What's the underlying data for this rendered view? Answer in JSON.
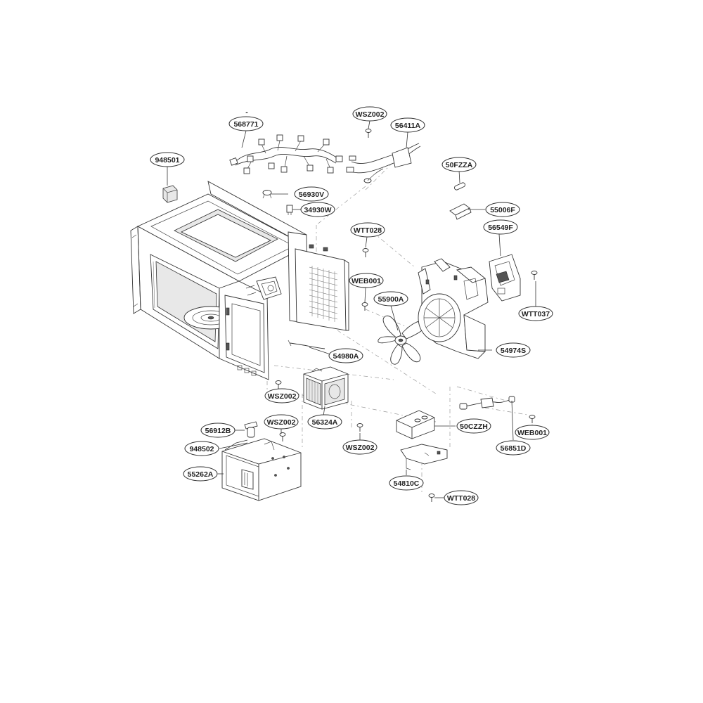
{
  "top_mark": "-",
  "labels": {
    "l568771": "568771",
    "lWSZ002_top": "WSZ002",
    "l56411A": "56411A",
    "l948501": "948501",
    "l50FZZA": "50FZZA",
    "l56930V": "56930V",
    "l34930W": "34930W",
    "l55006F": "55006F",
    "lWTT028_top": "WTT028",
    "l56549F": "56549F",
    "lWEB001_mid": "WEB001",
    "l55900A": "55900A",
    "lWTT037": "WTT037",
    "l54974S": "54974S",
    "l54980A": "54980A",
    "lWSZ002_left": "WSZ002",
    "l56324A": "56324A",
    "l56912B": "56912B",
    "lWSZ002_low": "WSZ002",
    "l948502": "948502",
    "lWSZ002_mid": "WSZ002",
    "l50CZZH": "50CZZH",
    "lWEB001_right": "WEB001",
    "l56851D": "56851D",
    "l55262A": "55262A",
    "l54810C": "54810C",
    "lWTT028_low": "WTT028"
  }
}
